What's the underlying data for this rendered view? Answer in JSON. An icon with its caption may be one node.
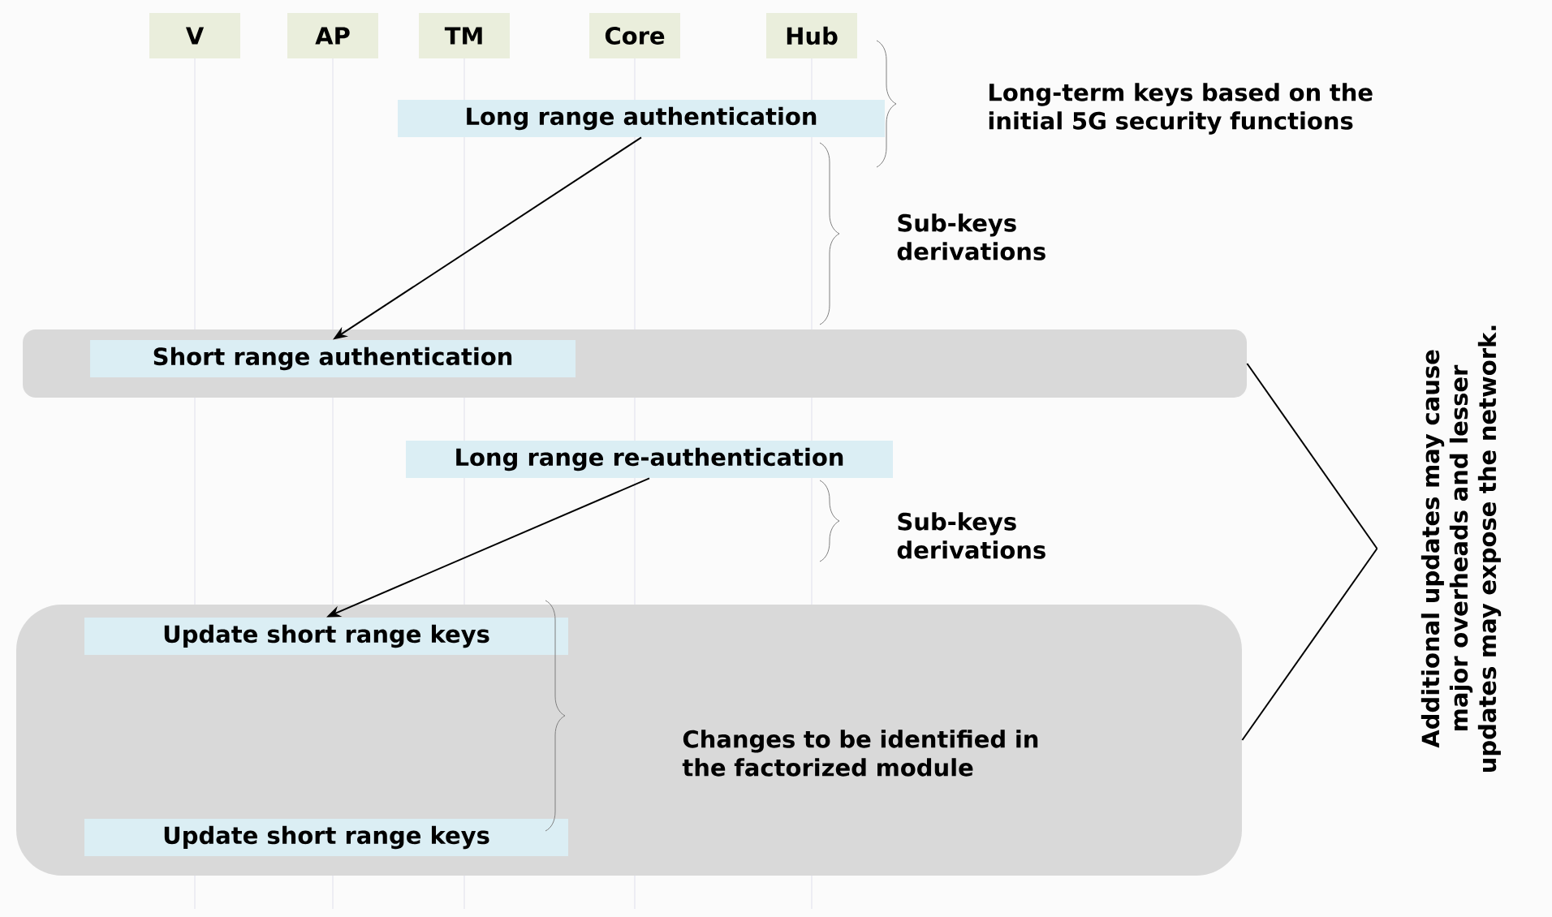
{
  "diagram": {
    "nodes": [
      {
        "text": [
          "V"
        ]
      },
      {
        "text": [
          "AP"
        ]
      },
      {
        "text": [
          "TM"
        ]
      },
      {
        "text": [
          "Core"
        ]
      },
      {
        "text": [
          "Hub"
        ]
      },
      {
        "text": [
          "Long range authentication"
        ]
      },
      {
        "text": [],
        "shape": "box"
      },
      {
        "text": [
          "Short range authentication"
        ],
        "in": 6
      },
      {
        "text": [
          "Long range re-authentication"
        ]
      },
      {
        "text": [
          "Changes to be identified in the factorized module"
        ]
      },
      {
        "text": [
          "Update short range keys"
        ],
        "in": 9
      },
      {
        "text": [
          "Update short range keys"
        ],
        "in": 9
      },
      {
        "text": [
          "Additional updates may cause major overheads and lesser updates may expose the network."
        ]
      }
    ],
    "edges": [
      {
        "from": 5,
        "to": 7,
        "arrow": "to"
      },
      {
        "from": 8,
        "to": 10,
        "arrow": "to"
      },
      {
        "from": 6,
        "to": 12,
        "arrow": "none"
      },
      {
        "from": 9,
        "to": 12,
        "arrow": "none"
      }
    ],
    "labels": [
      "Long-term keys based on the initial 5G security functions",
      "Sub-keys derivations",
      "Sub-keys derivations"
    ]
  }
}
